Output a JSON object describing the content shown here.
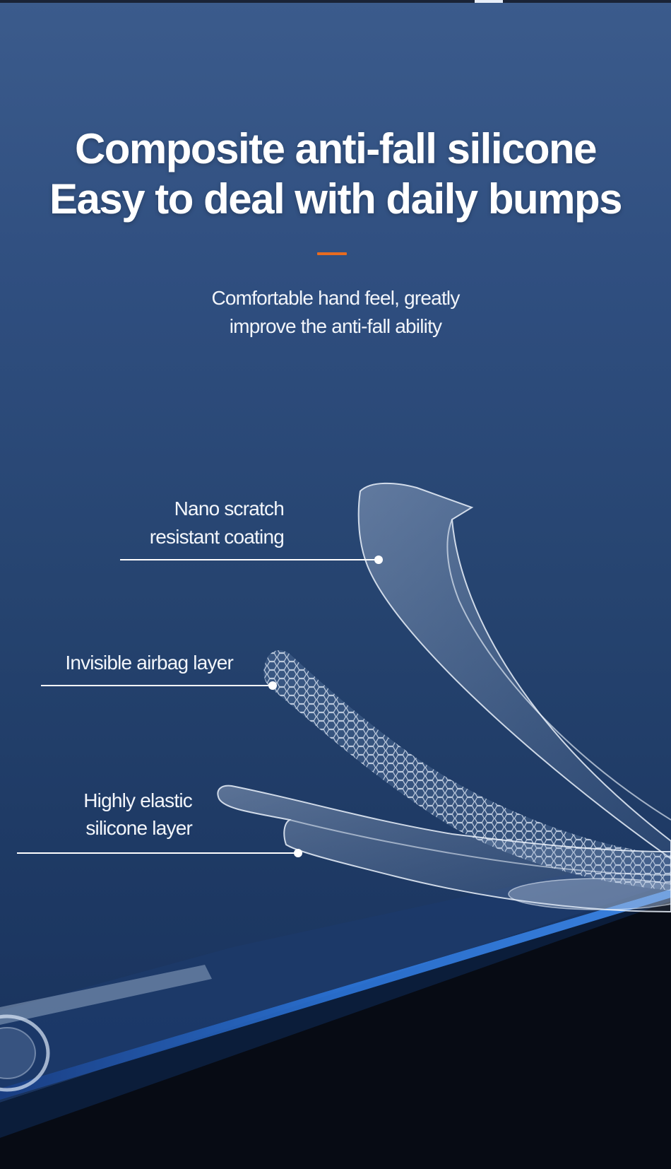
{
  "headline": {
    "line1": "Composite anti-fall silicone",
    "line2": "Easy to deal with daily bumps"
  },
  "subheadline": {
    "line1": "Comfortable hand feel, greatly",
    "line2": "improve the anti-fall ability"
  },
  "callouts": [
    {
      "line1": "Nano scratch",
      "line2": "resistant coating"
    },
    {
      "line1": "Invisible airbag layer"
    },
    {
      "line1": "Highly elastic",
      "line2": "silicone layer"
    }
  ],
  "colors": {
    "accent": "#e86b1f",
    "text": "#ffffff",
    "background": "#2a4a7a"
  }
}
